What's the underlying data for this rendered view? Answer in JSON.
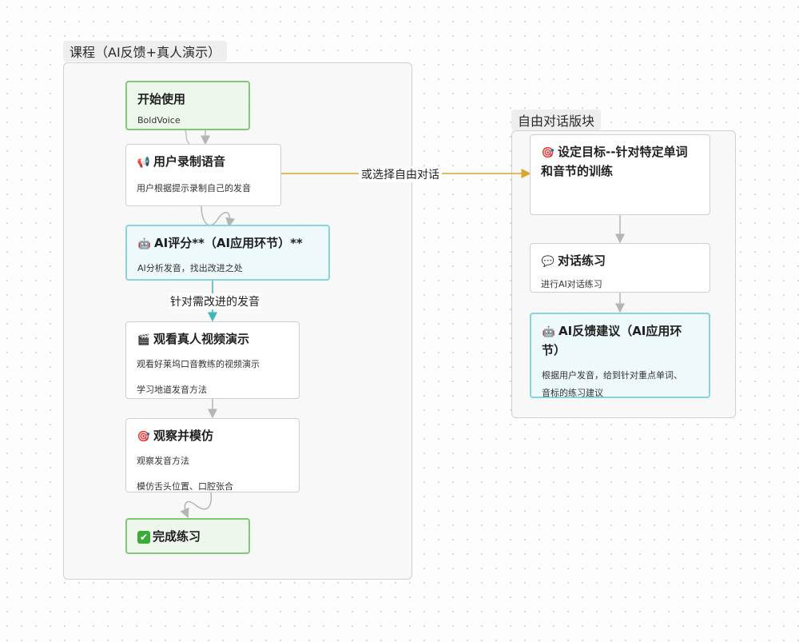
{
  "left_group": {
    "title": "课程（AI反馈+真人演示）"
  },
  "right_group": {
    "title": "自由对话版块"
  },
  "nodes": {
    "start": {
      "title": "开始使用",
      "sub": "BoldVoice"
    },
    "record": {
      "icon": "📢",
      "icon_name": "megaphone-icon",
      "title": "用户录制语音",
      "sub": "用户根据提示录制自己的发音"
    },
    "ai_score": {
      "icon": "🤖",
      "icon_name": "robot-icon",
      "title": "AI评分**（AI应用环节）**",
      "sub": "AI分析发音，找出改进之处"
    },
    "watch": {
      "icon": "🎬",
      "icon_name": "clapperboard-icon",
      "title": "观看真人视频演示",
      "sub1": "观看好莱坞口音教练的视频演示",
      "sub2": "学习地道发音方法"
    },
    "observe": {
      "icon": "🎯",
      "icon_name": "target-icon",
      "title": "观察并模仿",
      "sub1": "观察发音方法",
      "sub2": "模仿舌头位置、口腔张合"
    },
    "done": {
      "icon": "✔",
      "icon_name": "check-mark-icon",
      "title": "完成练习"
    },
    "goal": {
      "icon": "🎯",
      "icon_name": "target-icon",
      "title_line1": "设定目标--针对特定单词",
      "title_line2": "和音节的训练"
    },
    "dialog": {
      "icon": "💬",
      "icon_name": "speech-bubble-icon",
      "title": "对话练习",
      "sub": "进行AI对话练习"
    },
    "feedback": {
      "icon": "🤖",
      "icon_name": "robot-icon",
      "title_line1": "AI反馈建议（AI应用环",
      "title_line2": "节）",
      "sub1": "根据用户发音，给到针对重点单词、",
      "sub2": "音标的练习建议"
    }
  },
  "edges": {
    "label_improve": "针对需改进的发音",
    "label_free": "或选择自由对话"
  },
  "colors": {
    "edge_gray": "#b5b5b5",
    "edge_teal": "#3fb6b8",
    "edge_gold": "#d9a52e",
    "green_border": "#82c777",
    "cyan_border": "#88d4d8"
  }
}
